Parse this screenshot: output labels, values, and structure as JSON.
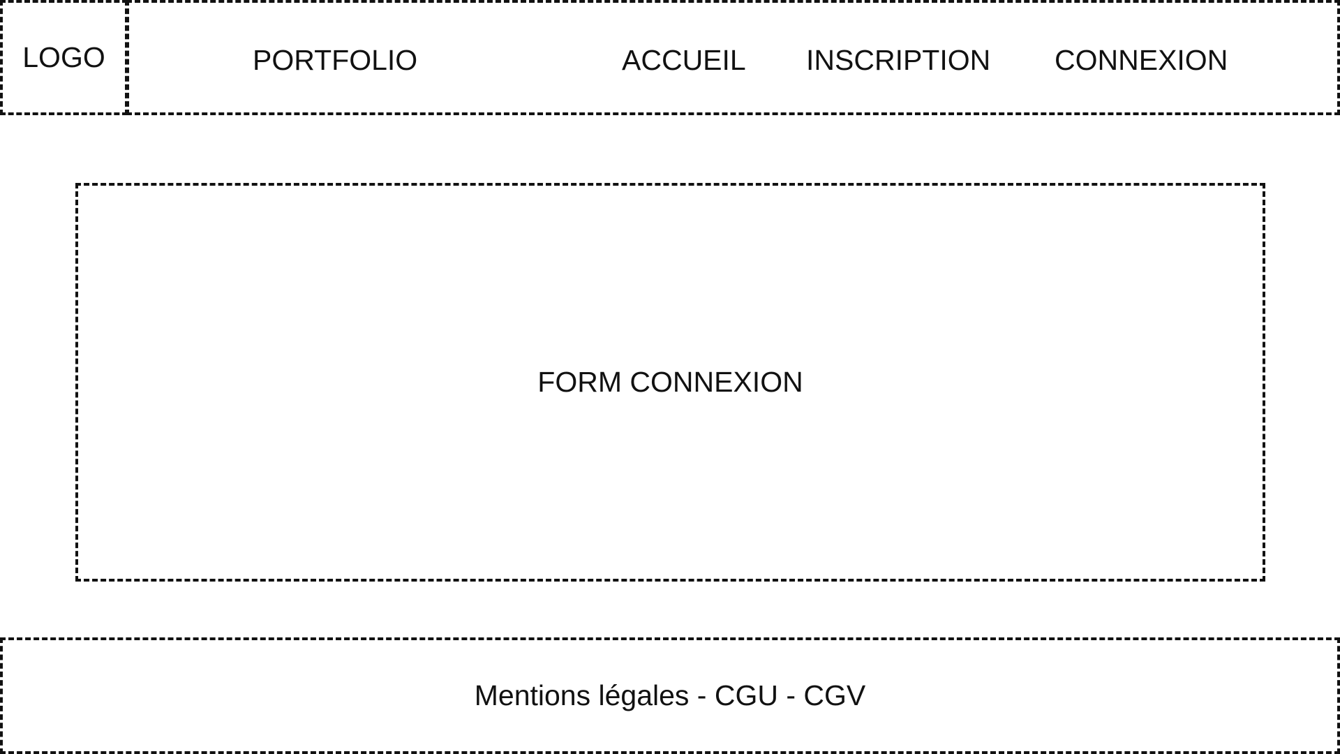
{
  "header": {
    "logo": "LOGO",
    "brand": "PORTFOLIO",
    "nav": [
      {
        "label": "ACCUEIL"
      },
      {
        "label": "INSCRIPTION"
      },
      {
        "label": "CONNEXION"
      }
    ]
  },
  "main": {
    "form_label": "FORM CONNEXION"
  },
  "footer": {
    "text": "Mentions légales - CGU - CGV"
  },
  "colors": {
    "line": "#111111",
    "background": "#ffffff"
  }
}
